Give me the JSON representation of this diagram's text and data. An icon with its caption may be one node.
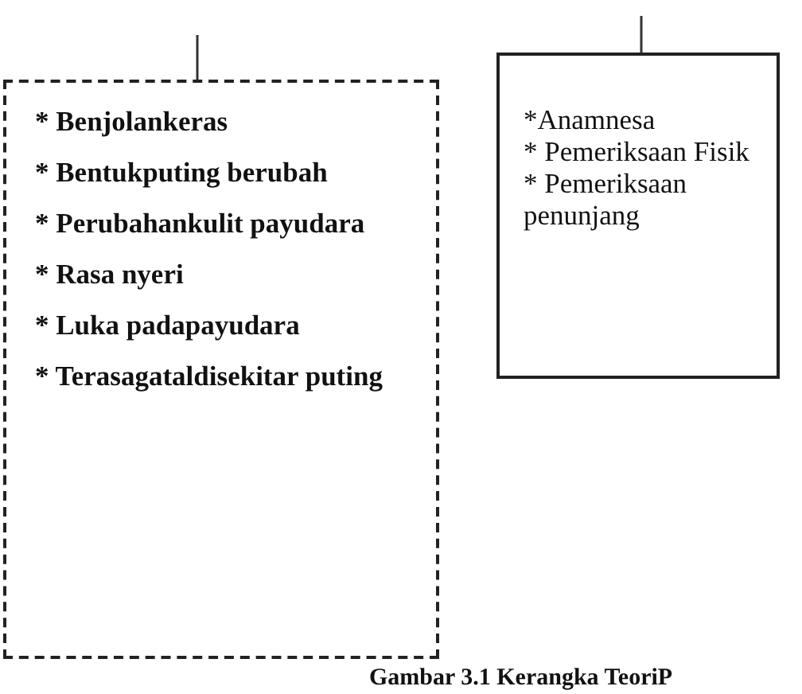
{
  "diagram": {
    "caption": "Gambar 3.1 Kerangka TeoriP",
    "nodes": [
      {
        "text": [
          "* Benjolankeras",
          "* Bentukputing berubah",
          "* Perubahankulit payudara",
          "* Rasa nyeri",
          "* Luka padapayudara",
          "* Terasagataldisekitar puting"
        ]
      },
      {
        "text": [
          "*Anamnesa",
          "* Pemeriksaan Fisik",
          "* Pemeriksaan penunjang"
        ]
      }
    ],
    "edges": [
      {
        "from": null,
        "to": 0,
        "arrow": "none"
      },
      {
        "from": null,
        "to": 1,
        "arrow": "none"
      }
    ]
  }
}
